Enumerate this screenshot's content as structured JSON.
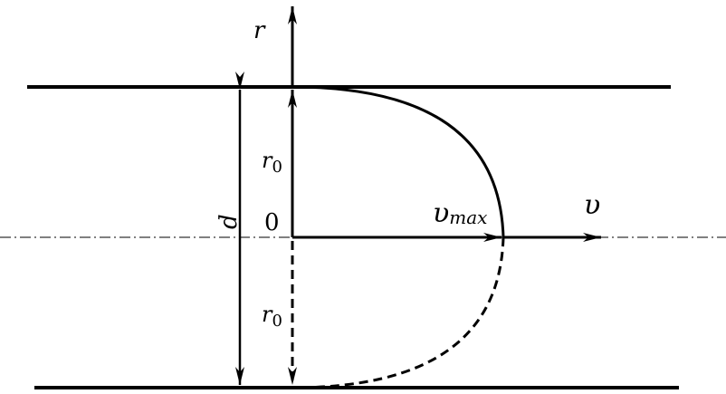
{
  "labels": {
    "r_axis": "r",
    "r0_upper": "r",
    "r0_upper_sub": "0",
    "r0_lower": "r",
    "r0_lower_sub": "0",
    "origin": "0",
    "d": "d",
    "vmax": "υ",
    "vmax_sub": "max",
    "v_axis": "υ"
  },
  "colors": {
    "ink": "#000000",
    "background": "#ffffff"
  }
}
